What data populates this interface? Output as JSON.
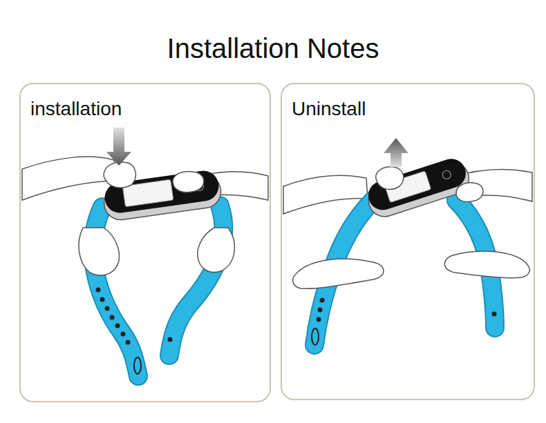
{
  "diagram": {
    "title": "Installation Notes",
    "nodes": [
      {
        "text": [
          "installation"
        ]
      },
      {
        "text": [
          "Uninstall"
        ]
      }
    ]
  }
}
